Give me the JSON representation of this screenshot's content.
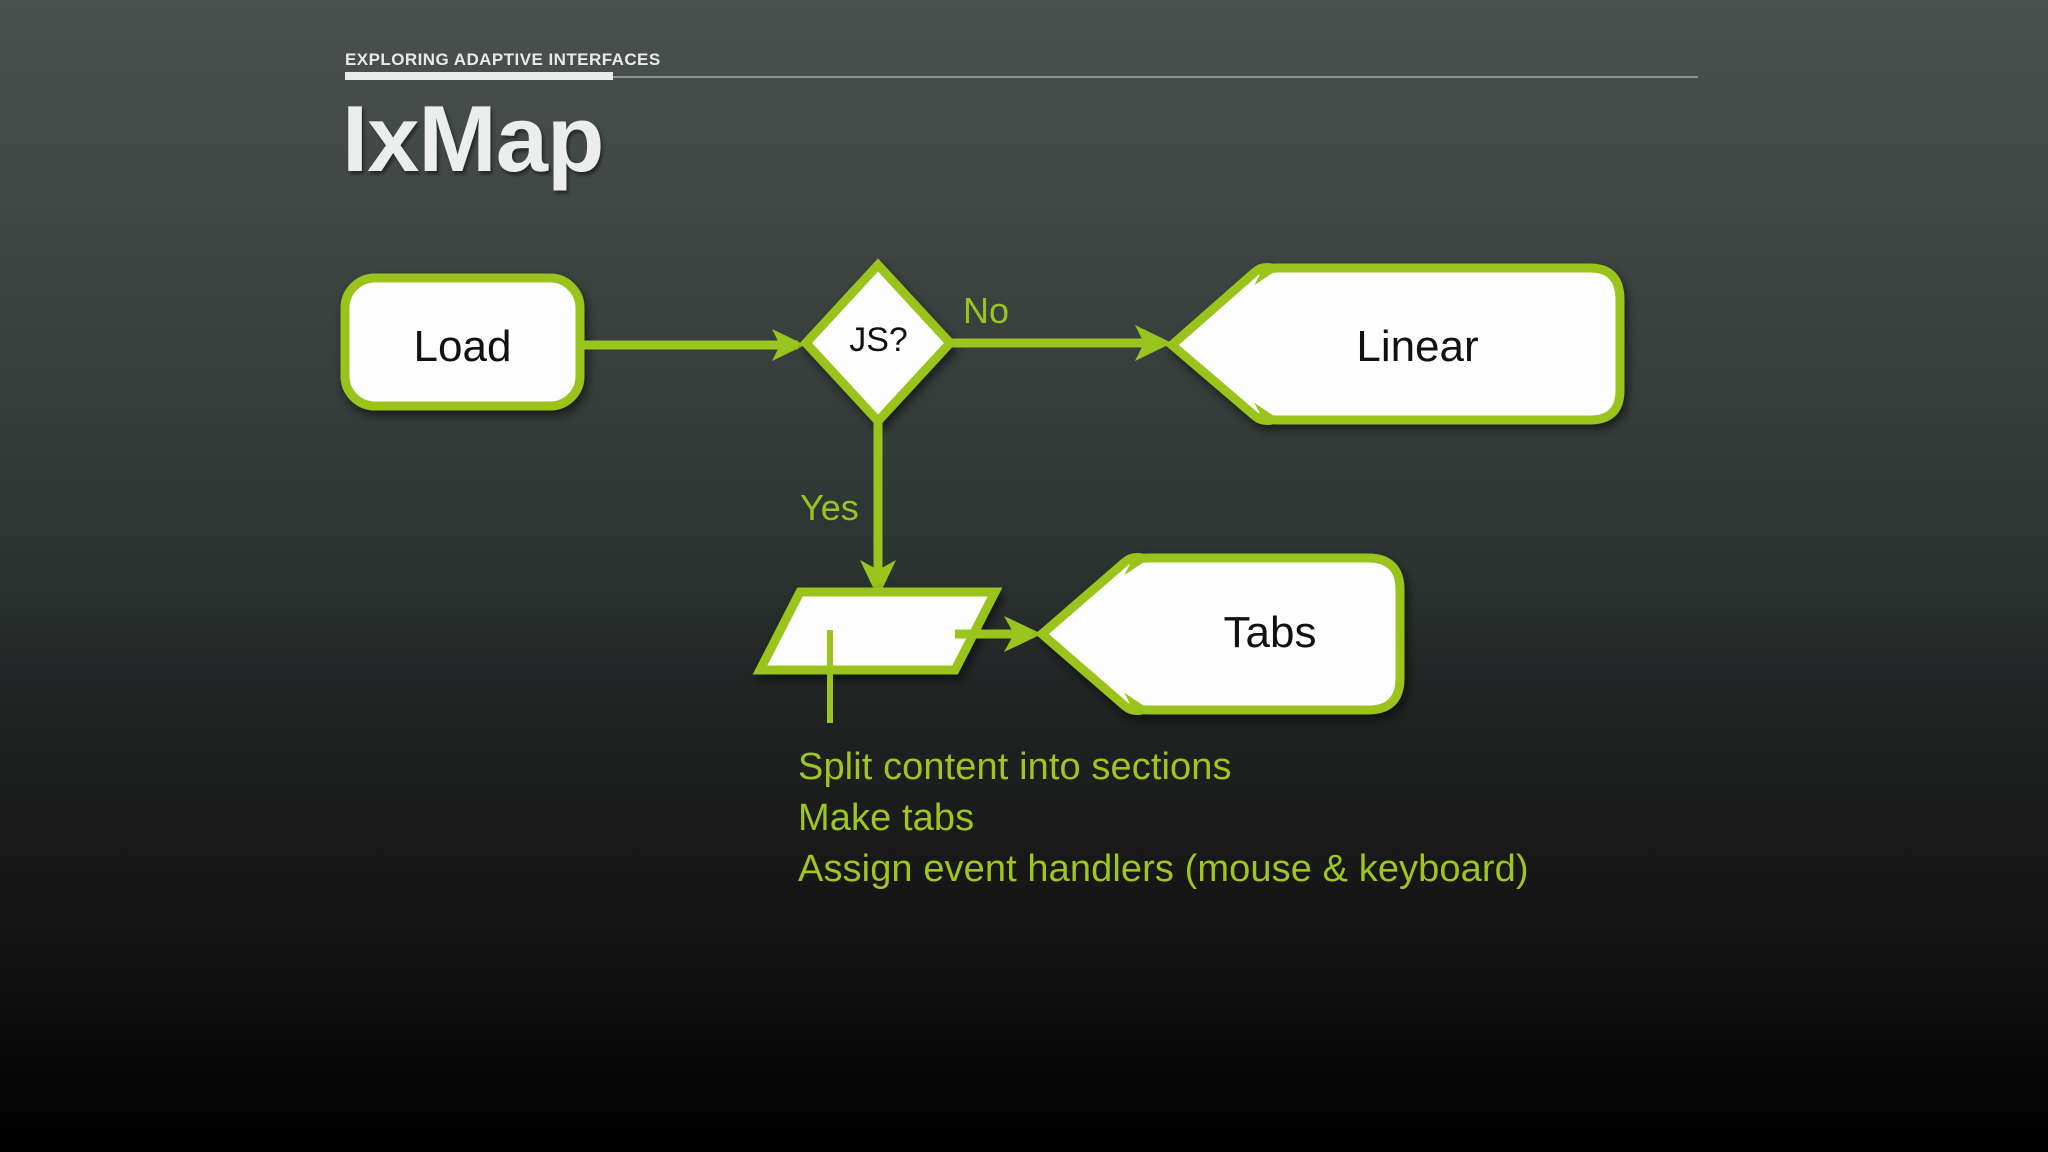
{
  "slide": {
    "kicker": "EXPLORING ADAPTIVE INTERFACES",
    "title": "IxMap"
  },
  "colors": {
    "accent_green": "#9AC41E",
    "node_fill": "#FFFFFF",
    "node_text": "#111111",
    "title_text": "#ECEEED",
    "background_top": "#4B514F",
    "background_bottom": "#000000"
  },
  "diagram": {
    "type": "flowchart",
    "nodes": [
      {
        "id": "load",
        "shape": "rounded-rectangle",
        "label": "Load"
      },
      {
        "id": "js",
        "shape": "diamond",
        "label": "JS?"
      },
      {
        "id": "linear",
        "shape": "callout",
        "label": "Linear"
      },
      {
        "id": "split",
        "shape": "parallelogram",
        "label": ""
      },
      {
        "id": "tabs",
        "shape": "callout",
        "label": "Tabs"
      }
    ],
    "edges": [
      {
        "from": "load",
        "to": "js",
        "label": ""
      },
      {
        "from": "js",
        "to": "linear",
        "label": "No"
      },
      {
        "from": "js",
        "to": "split",
        "label": "Yes"
      },
      {
        "from": "split",
        "to": "tabs",
        "label": ""
      }
    ]
  },
  "notes": {
    "lines": [
      "Split content into sections",
      "Make tabs",
      "Assign event handlers (mouse & keyboard)"
    ]
  }
}
